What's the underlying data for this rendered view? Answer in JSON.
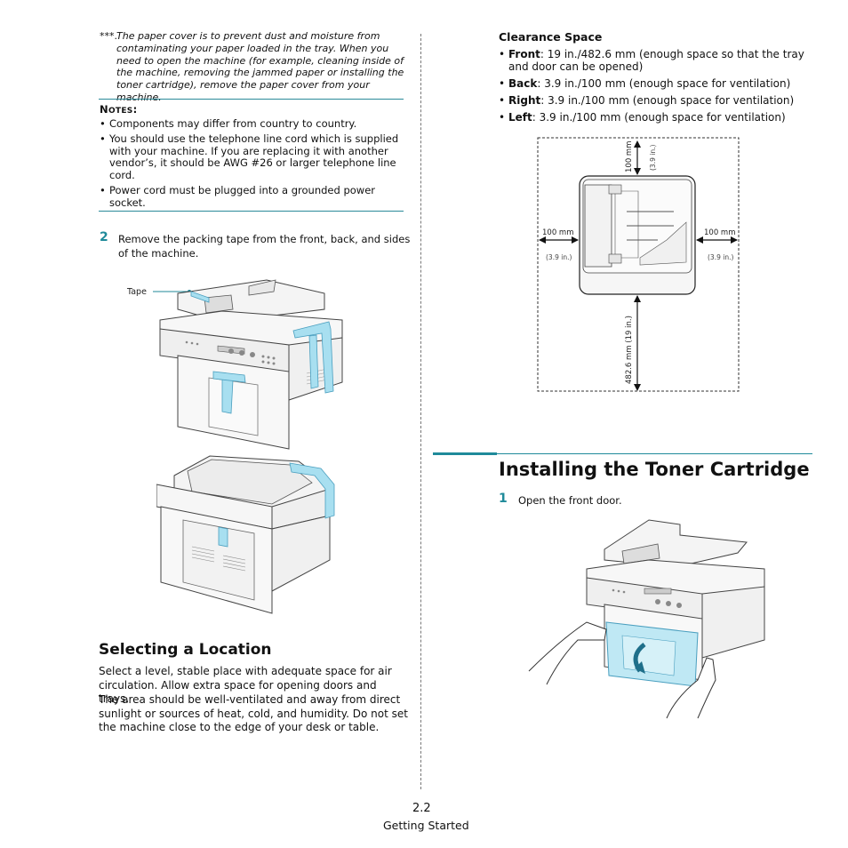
{
  "left_column": {
    "footnote_mark": "***.",
    "footnote_text": "The paper cover is to prevent dust and moisture from contaminating your paper loaded in the tray. When you need to open the machine (for example, cleaning inside of the machine, removing the jammed paper or installing the toner cartridge), remove the paper cover from your machine.",
    "notes_heading_initial": "N",
    "notes_heading_rest": "OTES",
    "notes_heading_colon": ":",
    "notes": [
      "Components may differ from country to country.",
      "You should use the telephone line cord which is supplied with your machine. If you are replacing it with another vendor’s, it should be AWG #26 or larger telephone line cord.",
      "Power cord must be plugged into a grounded power socket."
    ],
    "step2_number": "2",
    "step2_text": "Remove the packing tape from the front, back, and sides of the machine.",
    "tape_label": "Tape",
    "selecting_heading": "Selecting a Location",
    "selecting_p1": "Select a level, stable place with adequate space for air circulation. Allow extra space for opening doors and trays.",
    "selecting_p2": "The area should be well-ventilated and away from direct sunlight or sources of heat, cold, and humidity. Do not set the machine close to the edge of your desk or table."
  },
  "right_column": {
    "clearance_heading": "Clearance Space",
    "clearance_items": [
      {
        "label": "Front",
        "text": ": 19 in./482.6 mm (enough space so that the tray and door can be opened)"
      },
      {
        "label": "Back",
        "text": ": 3.9 in./100 mm (enough space for ventilation)"
      },
      {
        "label": "Right",
        "text": ": 3.9 in./100 mm (enough space for ventilation)"
      },
      {
        "label": "Left",
        "text": ": 3.9 in./100 mm (enough space for ventilation)"
      }
    ],
    "diagram": {
      "top_mm": "100 mm",
      "top_in": "(3.9 in.)",
      "left_mm": "100 mm",
      "left_in": "(3.9 in.)",
      "right_mm": "100 mm",
      "right_in": "(3.9 in.)",
      "front_label": "482.6 mm (19 in.)"
    },
    "toner_heading": "Installing the Toner Cartridge",
    "step1_number": "1",
    "step1_text": "Open the front door."
  },
  "footer": {
    "page_number": "2.2",
    "section": "Getting Started"
  },
  "colors": {
    "accent_teal": "#1f8a9a",
    "tape_blue": "#a8dff0"
  }
}
